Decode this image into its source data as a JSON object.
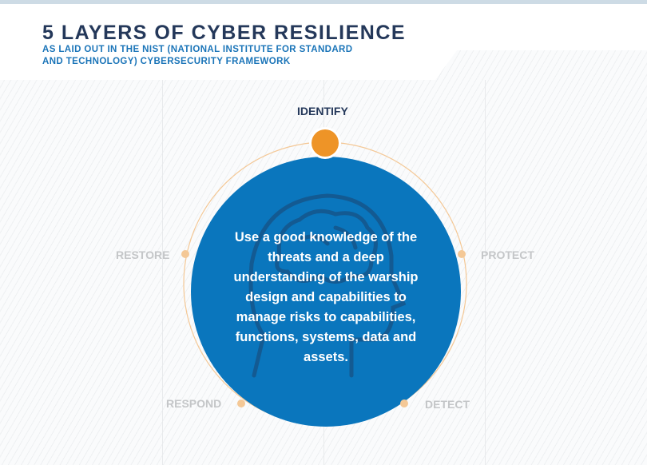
{
  "header": {
    "title": "5 LAYERS OF CYBER RESILIENCE",
    "subtitle_line1": "AS LAID OUT IN THE NIST (NATIONAL INSTITUTE FOR STANDARD",
    "subtitle_line2": "AND TECHNOLOGY) CYBERSECURITY FRAMEWORK"
  },
  "layers": {
    "identify": "IDENTIFY",
    "protect": "PROTECT",
    "detect": "DETECT",
    "respond": "RESPOND",
    "restore": "RESTORE"
  },
  "active_layer": "IDENTIFY",
  "description": "Use a good knowledge of the threats and a deep understanding of the warship design and capabilities to manage risks to capabilities, functions, systems, data and assets.",
  "colors": {
    "title": "#24385a",
    "subtitle": "#1a74b8",
    "circle": "#0a76bd",
    "active_dot": "#ee9427",
    "ring": "#f4c896"
  }
}
